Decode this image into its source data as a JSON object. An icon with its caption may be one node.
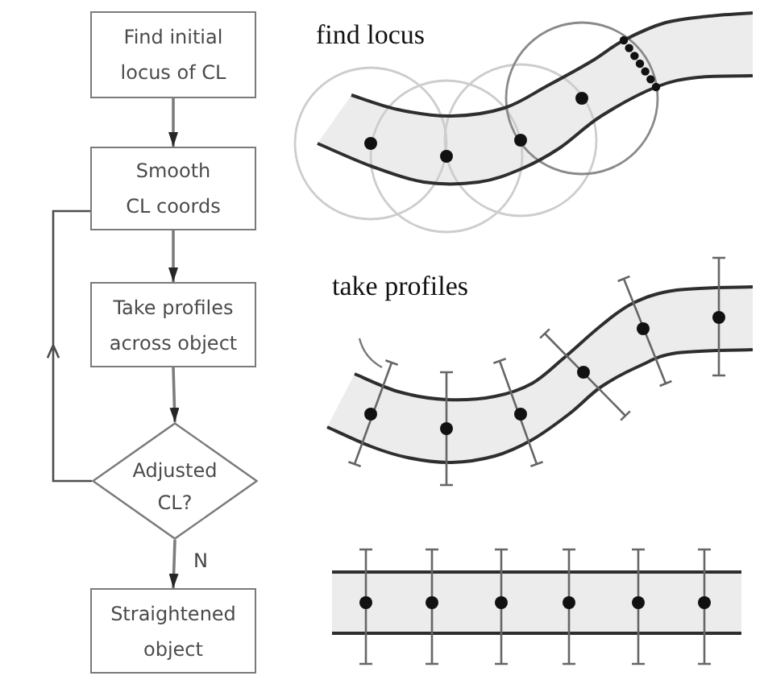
{
  "diagram": {
    "nodes": [
      {
        "text": [
          "Find initial locus of CL"
        ]
      },
      {
        "text": [
          "Smooth CL coords"
        ]
      },
      {
        "text": [
          "Take profiles across object"
        ]
      },
      {
        "text": [
          "Adjusted CL?"
        ]
      },
      {
        "text": [
          "Straightened object"
        ]
      }
    ],
    "edges": [
      {
        "from": 0,
        "to": 1,
        "arrow": "to"
      },
      {
        "from": 1,
        "to": 2,
        "arrow": "to"
      },
      {
        "from": 2,
        "to": 3,
        "arrow": "to"
      },
      {
        "from": 3,
        "to": 4,
        "arrow": "to",
        "label": "N"
      },
      {
        "from": 3,
        "to": 1,
        "arrow": "to",
        "color": "#4d4d4d"
      }
    ],
    "labels": [
      "find locus",
      "take profiles"
    ]
  }
}
